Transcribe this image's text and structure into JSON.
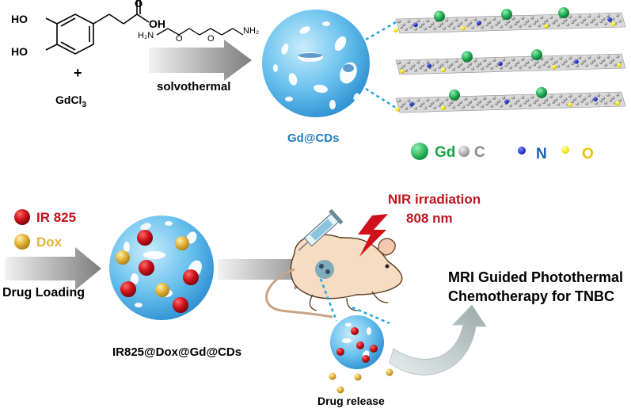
{
  "top": {
    "chem_labels": {
      "ho_upper": "HO",
      "ho_lower": "HO",
      "oh": "OH",
      "carbonyl_o": "O",
      "plus": "+",
      "gdcl3_text": "GdCl",
      "gdcl3_sub": "3",
      "h2n": "H₂N",
      "nh2": "NH₂",
      "ether_o1": "O",
      "ether_o2": "O"
    },
    "arrow_label": "solvothermal",
    "product_label": "Gd@CDs",
    "legend": [
      {
        "symbol": "Gd",
        "color": "#1aa34a",
        "text_color": "#1aa34a"
      },
      {
        "symbol": "C",
        "color": "#9a9a9a",
        "text_color": "#8a8a8a"
      },
      {
        "symbol": "N",
        "color": "#1f2db8",
        "text_color": "#1a5fb4"
      },
      {
        "symbol": "O",
        "color": "#f2e600",
        "text_color": "#e8c200"
      }
    ]
  },
  "bottom": {
    "ir825_label": "IR 825",
    "dox_label": "Dox",
    "drug_loading_label": "Drug Loading",
    "loaded_particle_label": "IR825@Dox@Gd@CDs",
    "nir_line1": "NIR irradiation",
    "nir_line2": "808 nm",
    "drug_release_label": "Drug release",
    "therapy_line1": "MRI Guided Photothermal",
    "therapy_line2": "Chemotherapy for TNBC"
  },
  "colors": {
    "ir825_red": "#c0121b",
    "dox_gold": "#e0b53a",
    "nir_red": "#c0141c",
    "cd_blue": "#2e9ad6",
    "label_blue": "#1f7ec2"
  }
}
